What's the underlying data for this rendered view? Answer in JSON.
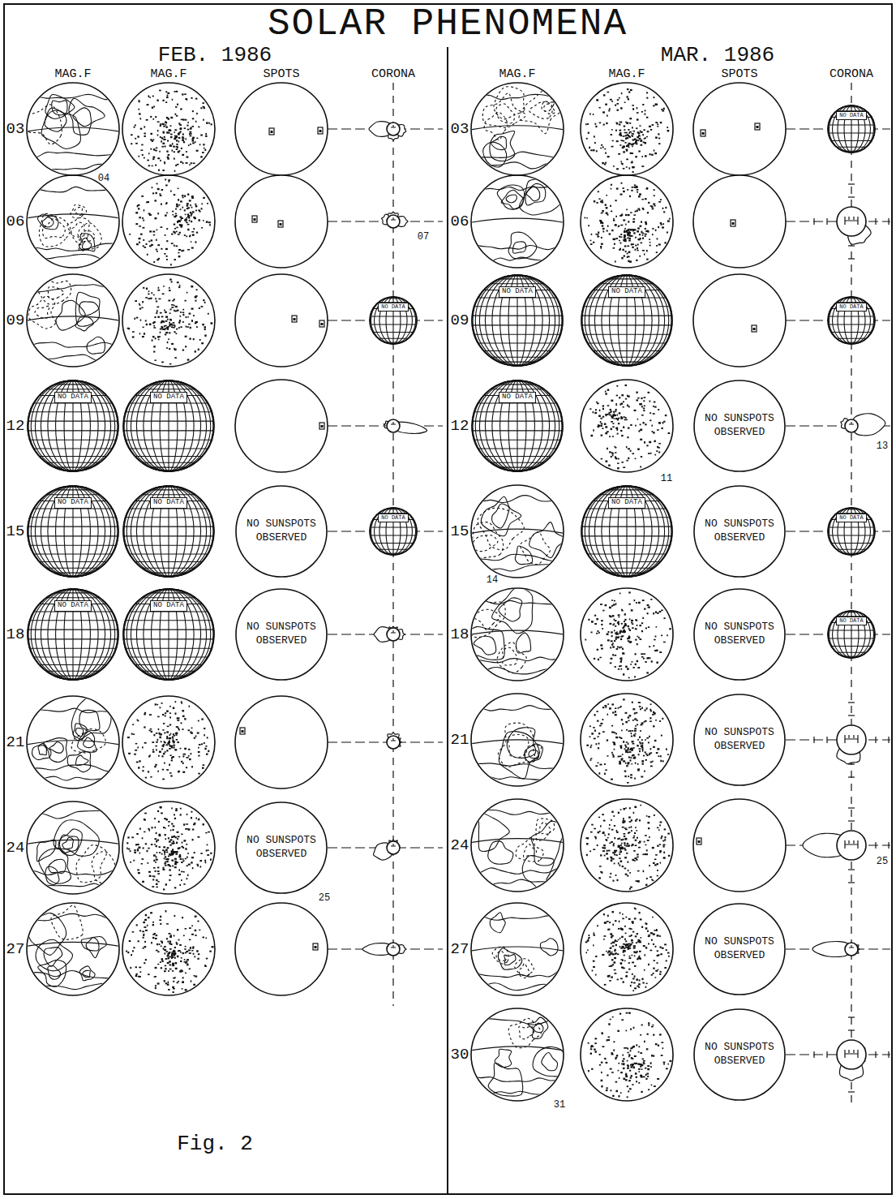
{
  "diagram": {
    "title": "SOLAR PHENOMENA",
    "caption": "Fig. 2",
    "nodes": [
      {
        "text": [
          "FEB. 1986"
        ]
      },
      {
        "text": [
          "NO DATA"
        ],
        "in": 0
      },
      {
        "text": [
          "NO DATA"
        ],
        "in": 0
      },
      {
        "text": [
          "NO DATA"
        ],
        "in": 0
      },
      {
        "text": [
          "NO DATA"
        ],
        "in": 0
      },
      {
        "text": [
          "NO DATA"
        ],
        "in": 0
      },
      {
        "text": [
          "NO SUNSPOTS OBSERVED"
        ],
        "in": 0
      },
      {
        "text": [
          "NO DATA"
        ],
        "in": 0
      },
      {
        "text": [
          "NO DATA"
        ],
        "in": 0
      },
      {
        "text": [
          "NO DATA"
        ],
        "in": 0
      },
      {
        "text": [
          "NO SUNSPOTS OBSERVED"
        ],
        "in": 0
      },
      {
        "text": [
          "NO SUNSPOTS OBSERVED"
        ],
        "in": 0
      },
      {
        "text": [
          "MAR. 1986"
        ]
      },
      {
        "text": [
          "NO DATA"
        ],
        "in": 12
      },
      {
        "text": [
          "NO DATA"
        ],
        "in": 12
      },
      {
        "text": [
          "NO DATA"
        ],
        "in": 12
      },
      {
        "text": [
          "NO DATA"
        ],
        "in": 12
      },
      {
        "text": [
          "NO DATA"
        ],
        "in": 12
      },
      {
        "text": [
          "NO SUNSPOTS OBSERVED"
        ],
        "in": 12
      },
      {
        "text": [
          "NO DATA"
        ],
        "in": 12
      },
      {
        "text": [
          "NO SUNSPOTS OBSERVED"
        ],
        "in": 12
      },
      {
        "text": [
          "NO DATA"
        ],
        "in": 12
      },
      {
        "text": [
          "NO SUNSPOTS OBSERVED"
        ],
        "in": 12
      },
      {
        "text": [
          "NO DATA"
        ],
        "in": 12
      },
      {
        "text": [
          "NO SUNSPOTS OBSERVED"
        ],
        "in": 12
      },
      {
        "text": [
          "NO SUNSPOTS OBSERVED"
        ],
        "in": 12
      },
      {
        "text": [
          "NO SUNSPOTS OBSERVED"
        ],
        "in": 12
      }
    ],
    "labels": [
      "MAG.F",
      "MAG.F",
      "SPOTS",
      "CORONA",
      "MAG.F",
      "MAG.F",
      "SPOTS",
      "CORONA",
      "03",
      "06",
      "09",
      "12",
      "15",
      "18",
      "21",
      "24",
      "27",
      "03",
      "06",
      "09",
      "12",
      "15",
      "18",
      "21",
      "24",
      "27",
      "30",
      "04",
      "07",
      "25",
      "11",
      "13",
      "14",
      "25",
      "31"
    ]
  }
}
